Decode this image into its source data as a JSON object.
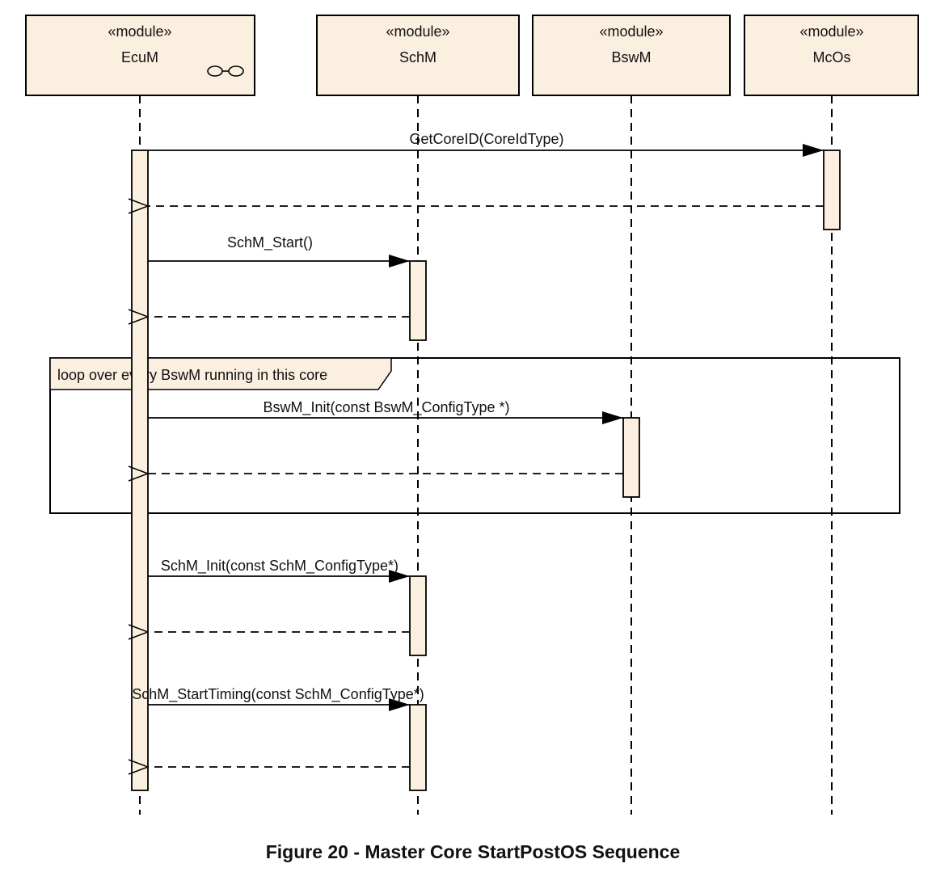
{
  "colors": {
    "box_fill": "#fbefdf",
    "line": "#000000",
    "text": "#111111"
  },
  "participants": [
    {
      "id": "ecum",
      "stereotype": "«module»",
      "name": "EcuM",
      "icon": "subsystem-glasses-icon"
    },
    {
      "id": "schm",
      "stereotype": "«module»",
      "name": "SchM"
    },
    {
      "id": "bswm",
      "stereotype": "«module»",
      "name": "BswM"
    },
    {
      "id": "mcos",
      "stereotype": "«module»",
      "name": "McOs"
    }
  ],
  "messages": [
    {
      "id": "get-core-id",
      "from": "ecum",
      "to": "mcos",
      "label": "GetCoreID(CoreIdType)"
    },
    {
      "id": "get-core-id-return",
      "from": "mcos",
      "to": "ecum",
      "kind": "return"
    },
    {
      "id": "schm-start",
      "from": "ecum",
      "to": "schm",
      "label": "SchM_Start()"
    },
    {
      "id": "schm-start-return",
      "from": "schm",
      "to": "ecum",
      "kind": "return"
    },
    {
      "id": "bswm-init",
      "from": "ecum",
      "to": "bswm",
      "label": "BswM_Init(const BswM_ConfigType *)"
    },
    {
      "id": "bswm-init-return",
      "from": "bswm",
      "to": "ecum",
      "kind": "return"
    },
    {
      "id": "schm-init",
      "from": "ecum",
      "to": "schm",
      "label": "SchM_Init(const SchM_ConfigType*)"
    },
    {
      "id": "schm-init-return",
      "from": "schm",
      "to": "ecum",
      "kind": "return"
    },
    {
      "id": "schm-start-timing",
      "from": "ecum",
      "to": "schm",
      "label": "SchM_StartTiming(const SchM_ConfigType*)"
    },
    {
      "id": "schm-start-timing-return",
      "from": "schm",
      "to": "ecum",
      "kind": "return"
    }
  ],
  "fragment": {
    "kind": "loop",
    "label": "loop over every BswM running in this core"
  },
  "caption": "Figure 20 - Master Core StartPostOS Sequence"
}
